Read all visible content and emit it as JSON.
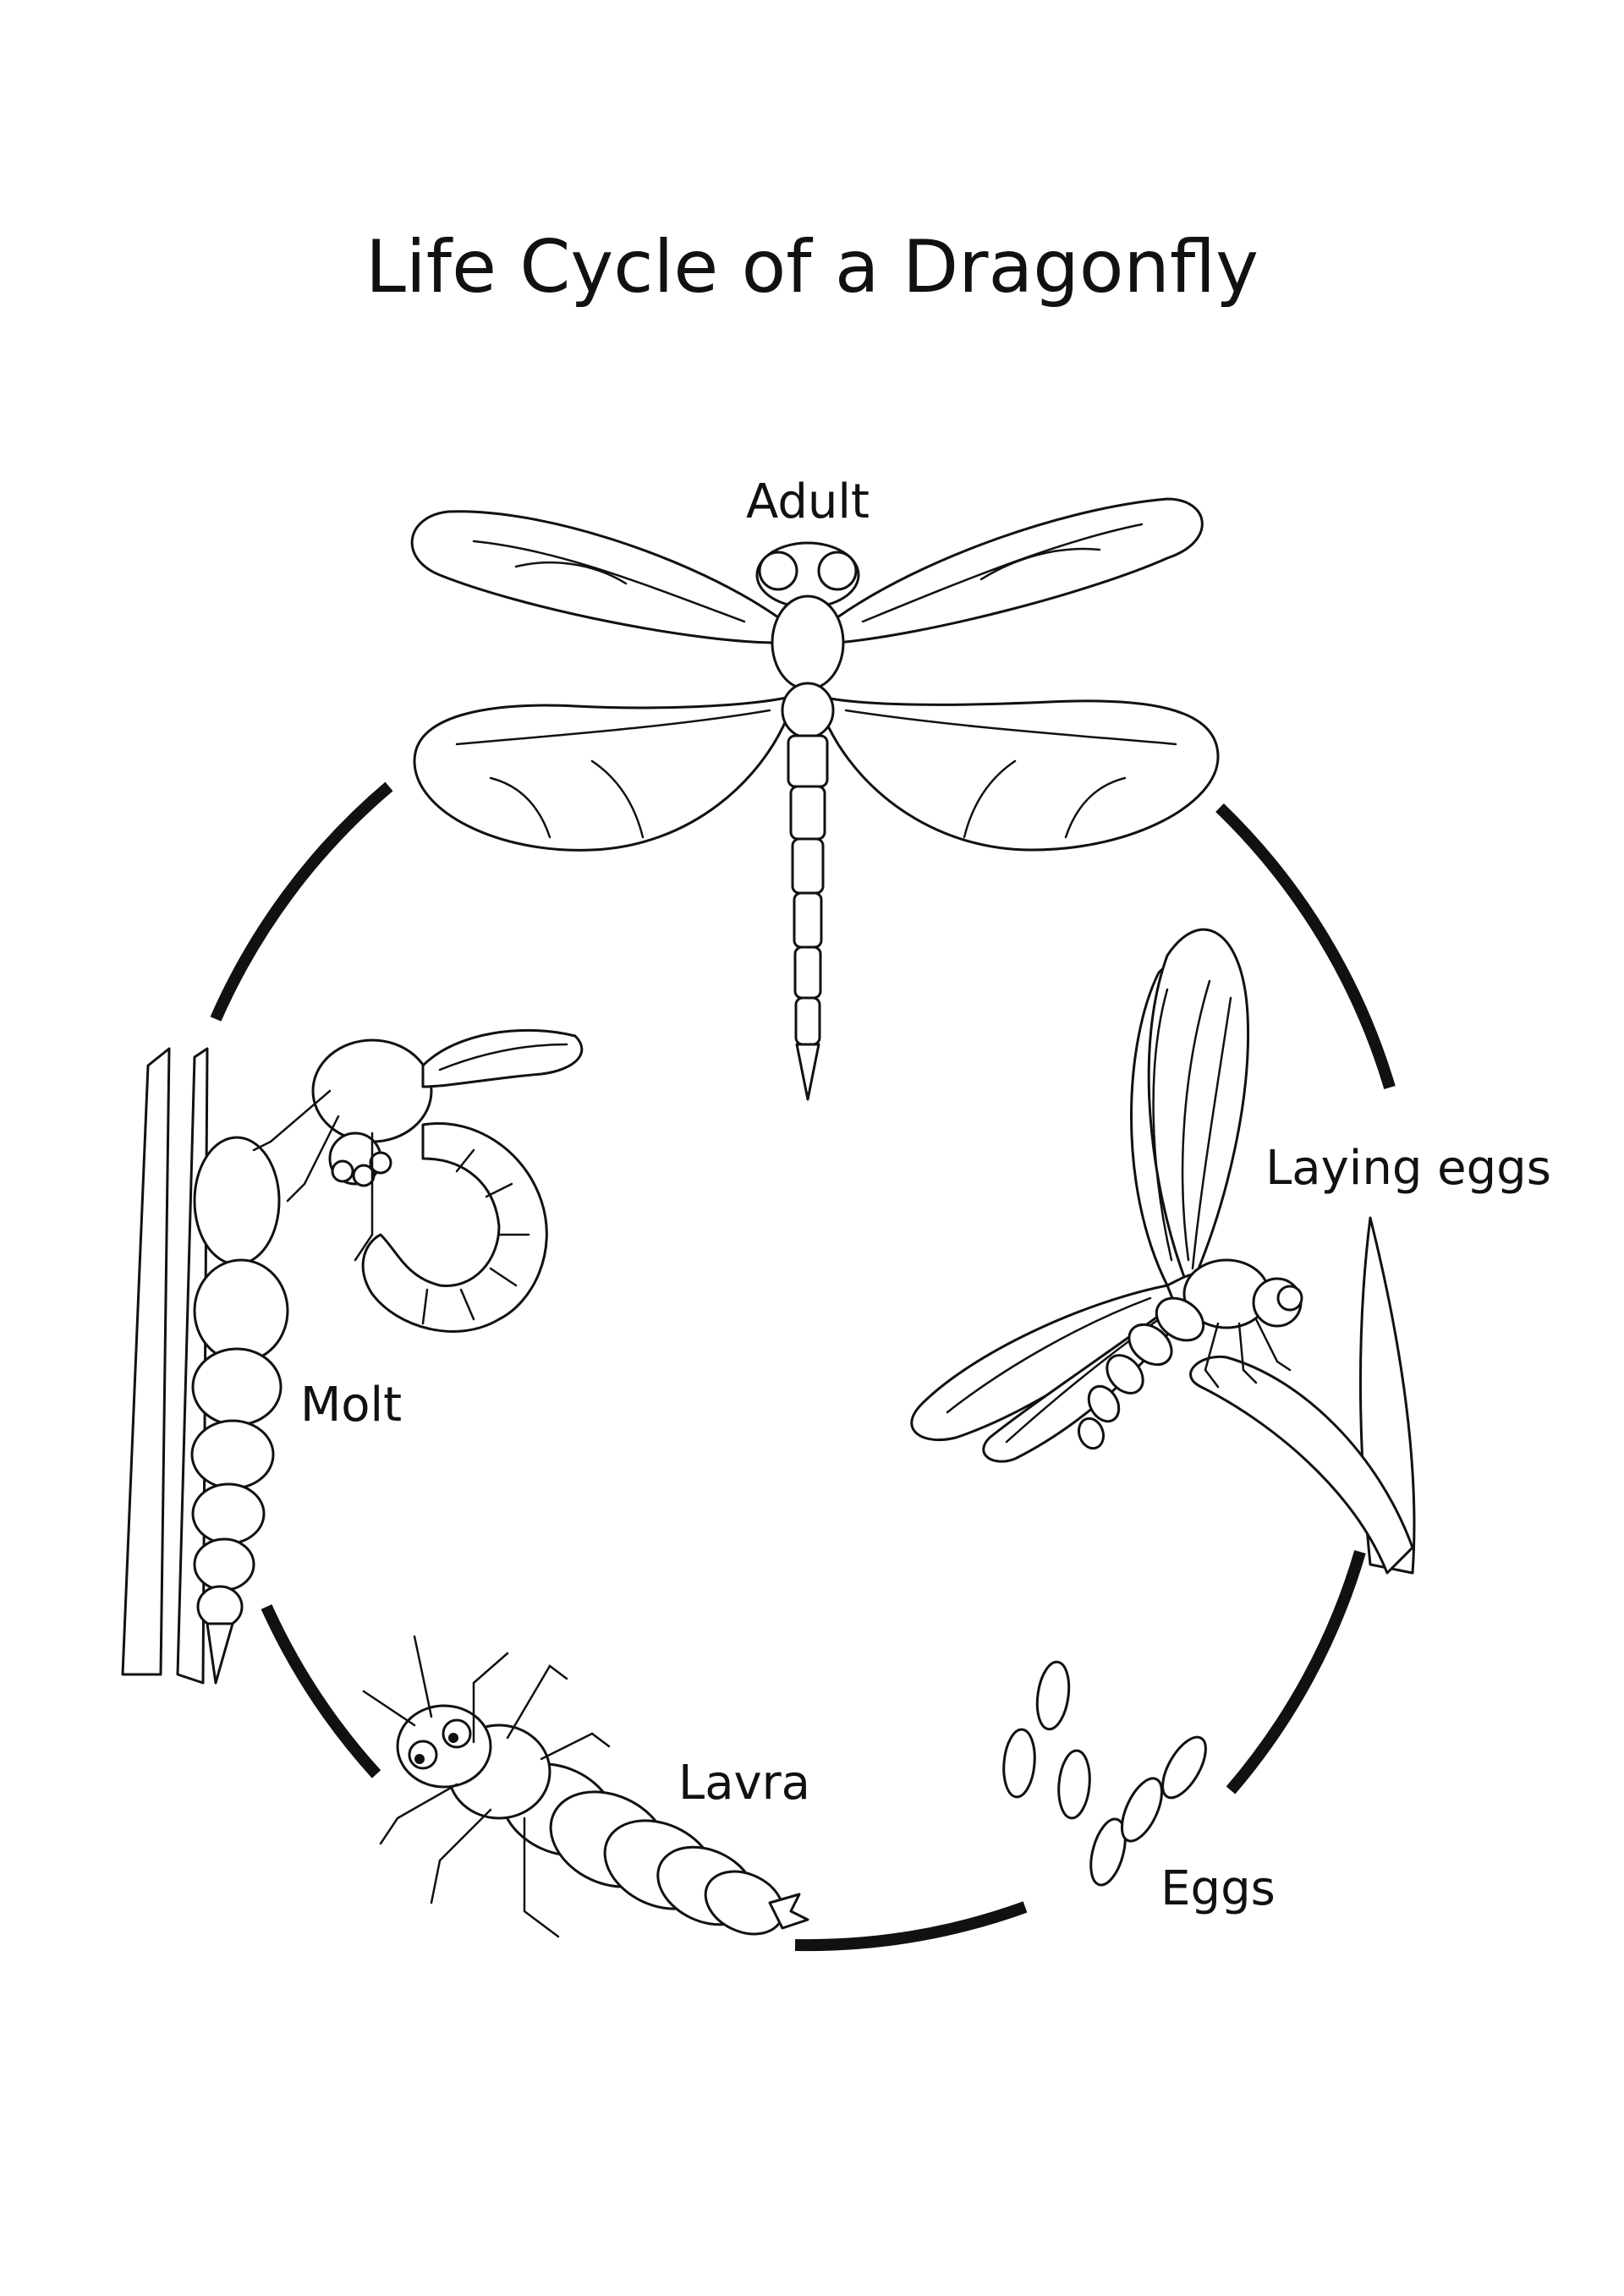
{
  "title": "Life Cycle of a Dragonfly",
  "stages": {
    "adult": "Adult",
    "laying_eggs": "Laying eggs",
    "eggs": "Eggs",
    "larva": "Lavra",
    "molt": "Molt"
  },
  "colors": {
    "ink": "#111111",
    "paper": "#ffffff"
  }
}
